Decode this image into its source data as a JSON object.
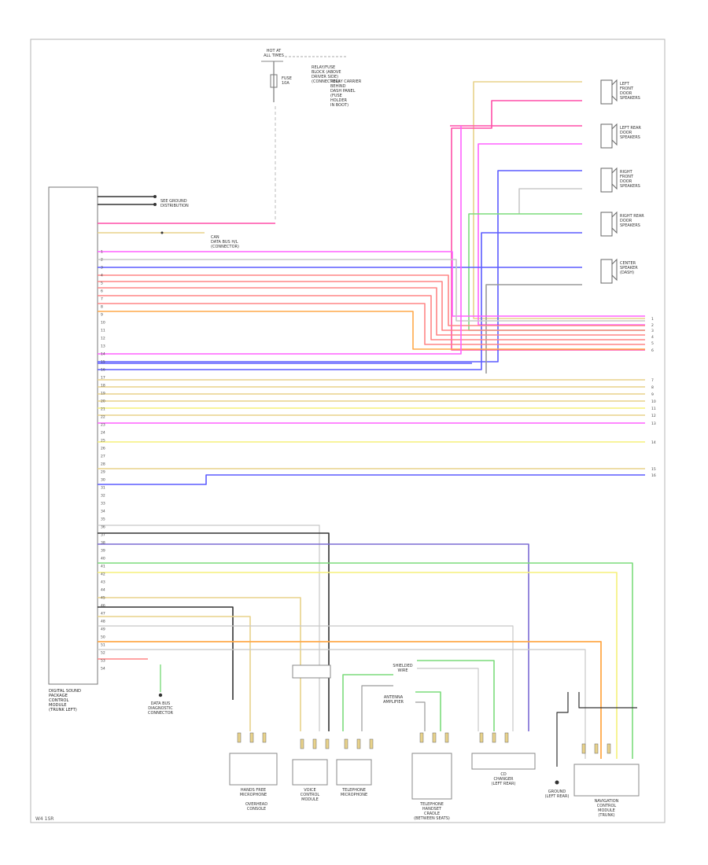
{
  "footer_code": "W4 1SR",
  "fuse_block": {
    "title": [
      "HOT AT",
      "ALL TIMES"
    ],
    "fuse_label": [
      "FUSE",
      "10A"
    ],
    "relay_text": [
      "RELAY/FUSE",
      "BLOCK (ABOVE",
      "DRIVER SIDE)",
      "(CONNECTOR)"
    ],
    "note_text": [
      "RELAY CARRIER",
      "BEHIND",
      "DASH PANEL",
      "(FUSE",
      "HOLDER",
      "IN BOOT)"
    ]
  },
  "radio": {
    "label": [
      "DIGITAL SOUND",
      "PACKAGE",
      "CONTROL",
      "MODULE",
      "(TRUNK LEFT)"
    ]
  },
  "data_bus": {
    "label": [
      "DATA BUS",
      "DIAGNOSTIC",
      "CONNECTOR"
    ]
  },
  "can_label": [
    "CAN",
    "DATA BUS H/L",
    "(CONNECTOR)"
  ],
  "speakers": [
    {
      "name": [
        "LEFT",
        "FRONT",
        "DOOR",
        "SPEAKERS"
      ]
    },
    {
      "name": [
        "LEFT REAR",
        "DOOR",
        "SPEAKERS"
      ]
    },
    {
      "name": [
        "RIGHT",
        "FRONT",
        "DOOR",
        "SPEAKERS"
      ]
    },
    {
      "name": [
        "RIGHT REAR",
        "DOOR",
        "SPEAKERS"
      ]
    },
    {
      "name": [
        "CENTER",
        "SPEAKER",
        "(DASH)"
      ]
    }
  ],
  "bottom_components": [
    {
      "label": [
        "HANDS FREE",
        "MICROPHONE"
      ]
    },
    {
      "label": [
        "VOICE",
        "CONTROL",
        "MODULE"
      ]
    },
    {
      "label": [
        "TELEPHONE",
        "MICROPHONE"
      ]
    },
    {
      "label": [
        "TELEPHONE",
        "HANDSET",
        "CRADLE",
        "(BETWEEN SEATS)"
      ]
    },
    {
      "label": [
        "CD",
        "CHANGER",
        "(LEFT REAR)"
      ]
    },
    {
      "label": [
        "NAVIGATION",
        "CONTROL",
        "MODULE",
        "(TRUNK)"
      ]
    }
  ],
  "sub_labels": {
    "shielded": [
      "SHIELDED",
      "WIRE"
    ],
    "antenna": [
      "ANTENNA",
      "AMPLIFIER"
    ],
    "ground_label": [
      "GROUND",
      "(LEFT REAR)"
    ],
    "overhead": [
      "OVERHEAD",
      "CONSOLE"
    ]
  },
  "colors": {
    "pink": "#ff4fa8",
    "magenta": "#ff60ff",
    "blue": "#5c5cff",
    "red": "#ff8585",
    "orange": "#ffa94a",
    "tan": "#e8d28a",
    "yellow": "#f5f07a",
    "green": "#7cdc7c",
    "gray": "#9a9a9a",
    "dark": "#333333",
    "purple": "#7b6bd4",
    "lightgray": "#c8c8c8"
  }
}
